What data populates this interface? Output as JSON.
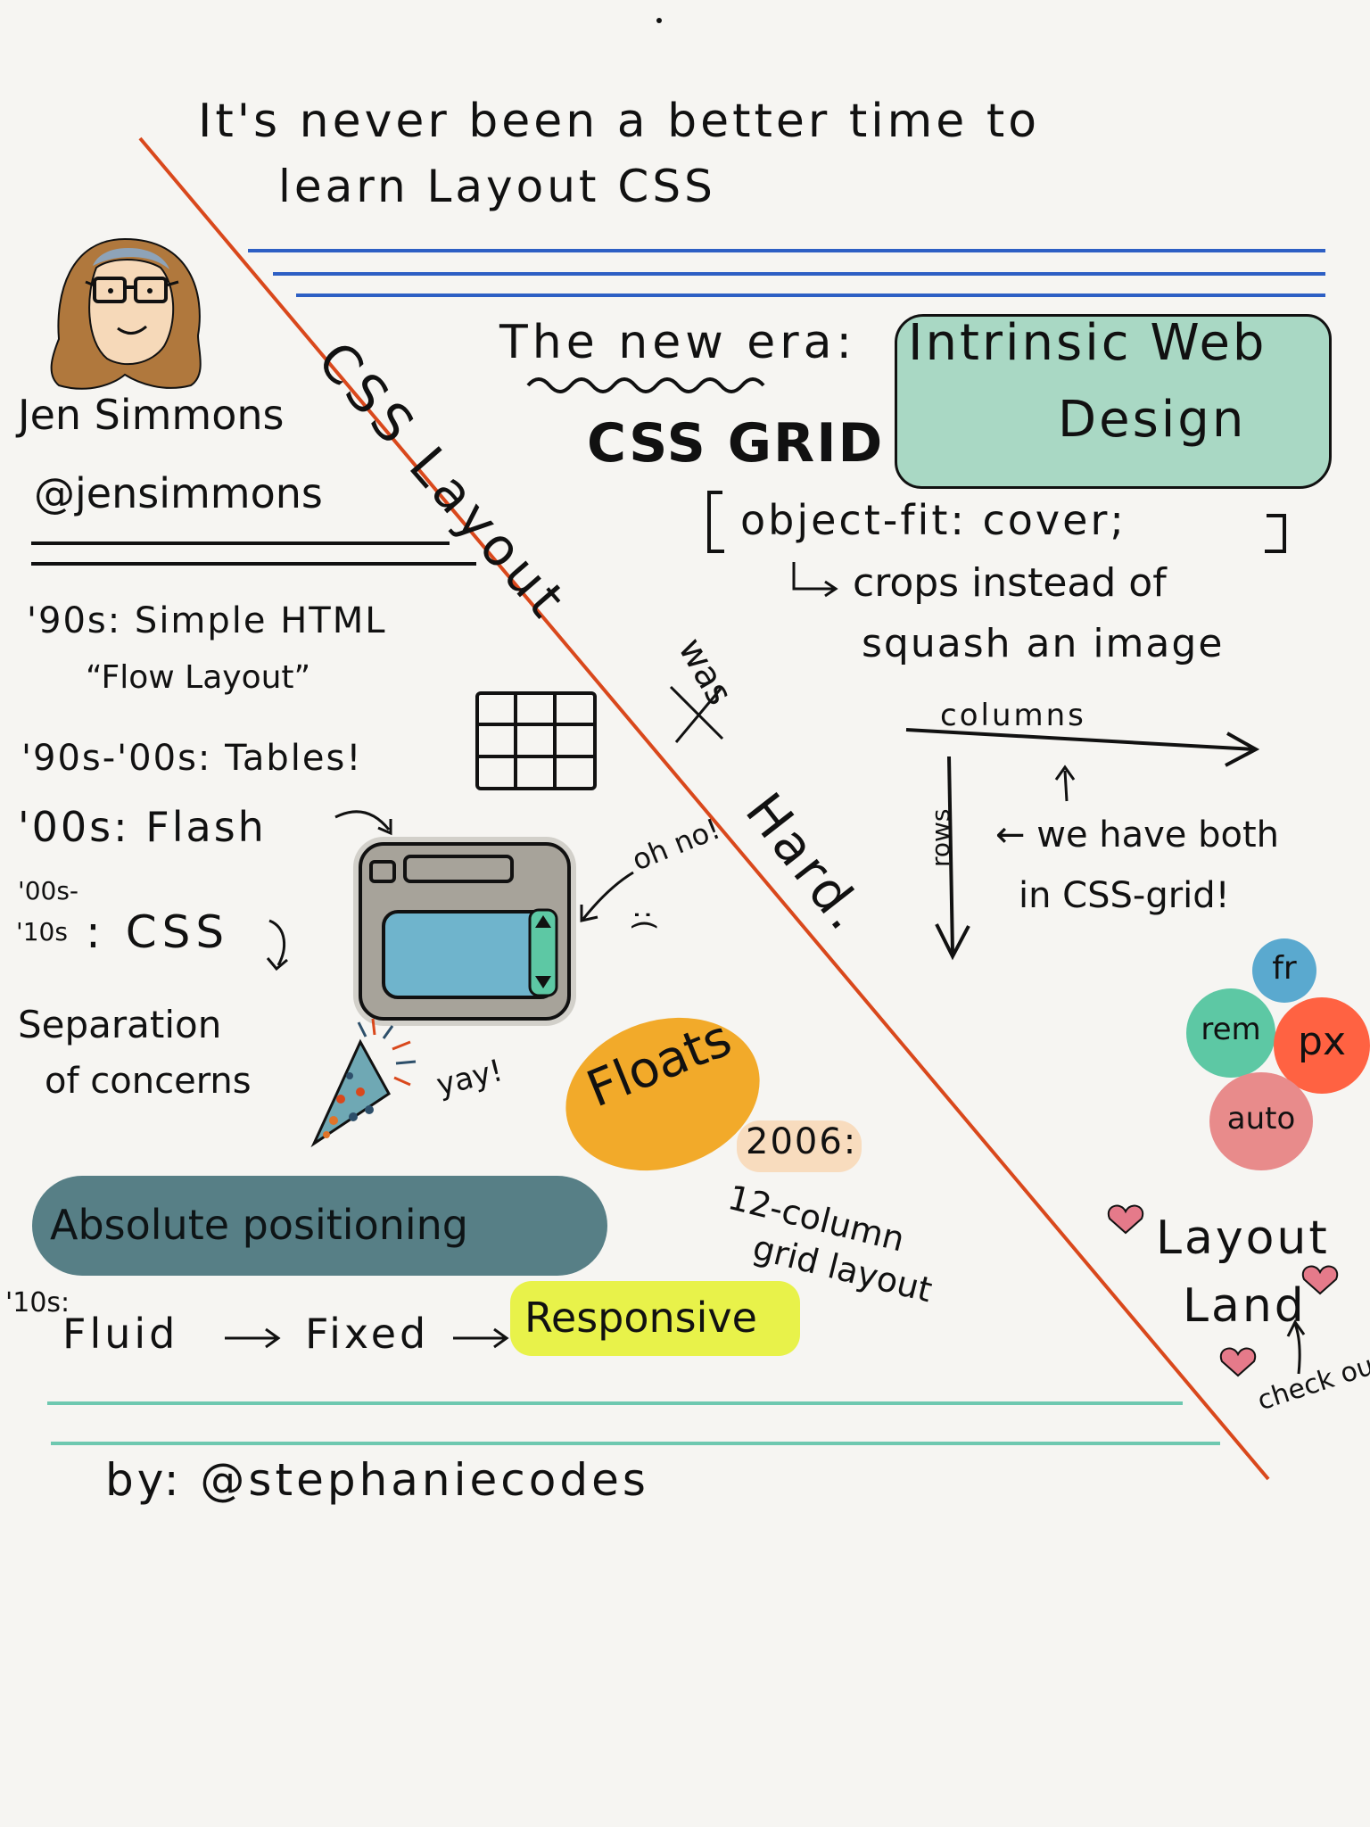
{
  "title": {
    "line1": "It's never been a better time to",
    "line2": "learn Layout CSS"
  },
  "speaker": {
    "name": "Jen Simmons",
    "handle": "@jensimmons"
  },
  "diagonal": {
    "phrase": "CSS Layout",
    "was_word": "was",
    "hard_word": "Hard."
  },
  "timeline": {
    "nineties": "'90s: Simple HTML",
    "flow": "“Flow Layout”",
    "tables": "'90s-'00s: Tables!",
    "flash": "'00s: Flash",
    "oh_no": "oh no!",
    "oh_no_face": ":(",
    "css_era_top": "'00s-",
    "css_era_bottom": "'10s",
    "css_label": ": CSS",
    "separation1": "Separation",
    "separation2": "of concerns",
    "yay": "yay!",
    "floats": "Floats",
    "year_2006": "2006:",
    "grid12_1": "12-column",
    "grid12_2": "grid layout",
    "absolute": "Absolute positioning",
    "tens": "'10s:",
    "fluid": "Fluid",
    "fixed": "Fixed",
    "responsive": "Responsive"
  },
  "new_era": {
    "label": "The new era:",
    "intrinsic1": "Intrinsic Web",
    "intrinsic2": "Design",
    "css_grid": "CSS GRID",
    "object_fit": "object-fit: cover;",
    "crops1": "crops instead of",
    "crops2": "squash an image",
    "columns": "columns",
    "rows": "rows",
    "both1": "← we have both",
    "both2": "in CSS-grid!"
  },
  "units": {
    "fr": "fr",
    "rem": "rem",
    "px": "px",
    "auto": "auto"
  },
  "layout_land": {
    "line1": "Layout",
    "line2": "Land",
    "check": "check out!"
  },
  "byline": "by: @stephaniecodes",
  "colors": {
    "background": "#f6f5f2",
    "diagonal": "#d9481c",
    "title_rule": "#2d5fc4",
    "footer_rule": "#6ec8b0",
    "intrinsic": "#a9d8c4",
    "floats": "#f2aa2a",
    "absolute": "#577f86",
    "responsive": "#e8f24a",
    "year_highlight": "#f8dcbe",
    "fr": "#5aa9cf",
    "rem": "#5dc8a4",
    "px": "#ff6242",
    "auto": "#e88b8b",
    "heart": "#e57a8a",
    "flash_device": "#a7a39a",
    "flash_screen": "#6fb4cc",
    "hair": "#b0783d"
  }
}
